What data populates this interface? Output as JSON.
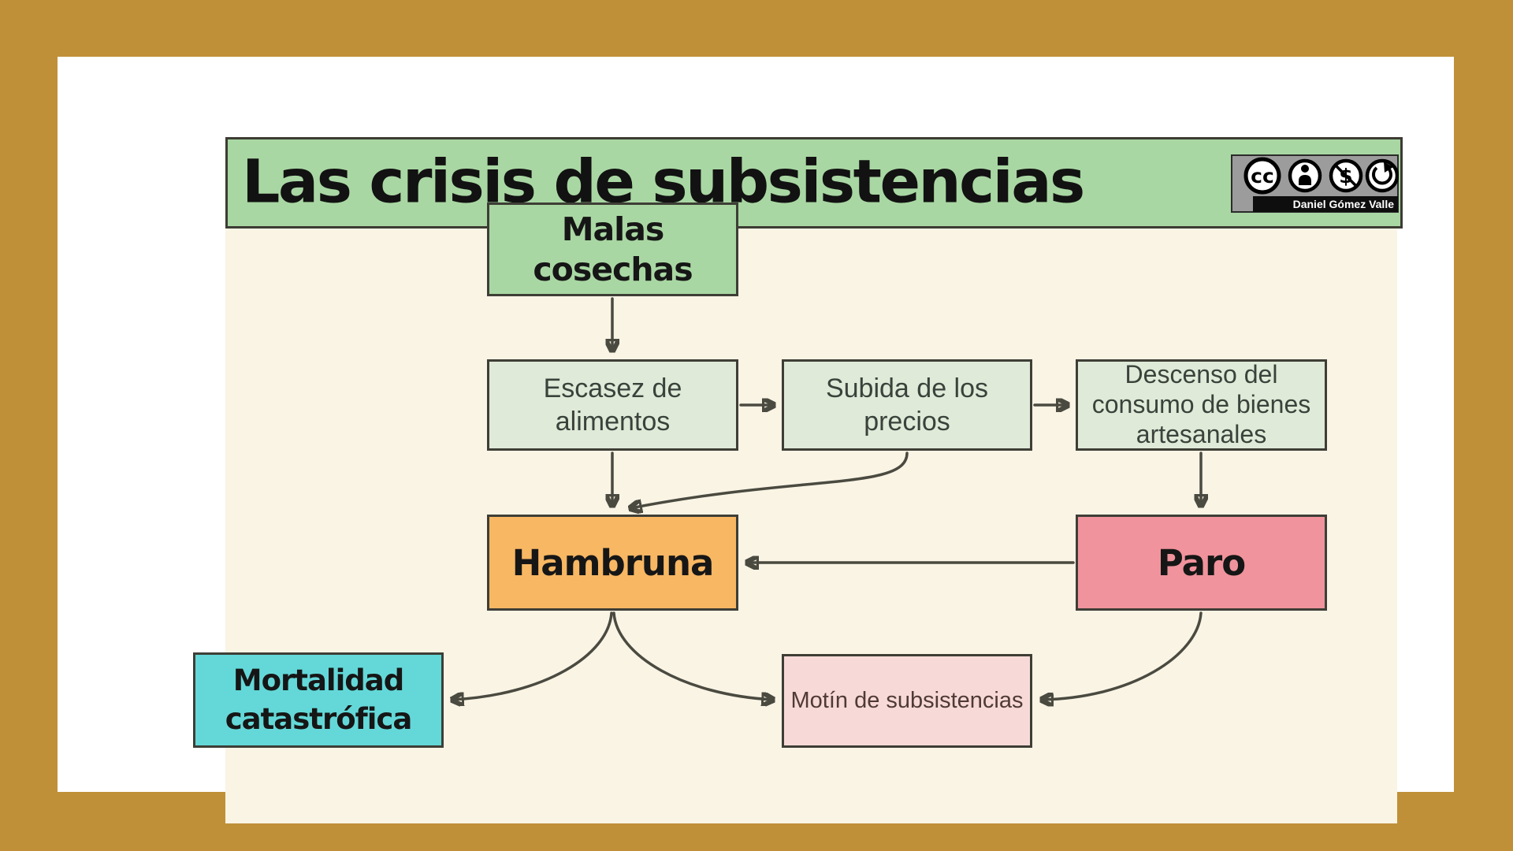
{
  "page": {
    "title": "Las crisis de subsistencias",
    "credit": "Daniel Gómez Valle",
    "license": {
      "icons": [
        "cc",
        "attribution",
        "non-commercial",
        "share-alike"
      ]
    }
  },
  "nodes": {
    "malas": {
      "label": "Malas\ncosechas"
    },
    "escasez": {
      "label": "Escasez de\nalimentos"
    },
    "subida": {
      "label": "Subida de los\nprecios"
    },
    "descenso": {
      "label": "Descenso del\nconsumo de bienes\nartesanales"
    },
    "hambruna": {
      "label": "Hambruna"
    },
    "paro": {
      "label": "Paro"
    },
    "mortalidad": {
      "label": "Mortalidad\ncatastrófica"
    },
    "motin": {
      "label": "Motín de subsistencias"
    }
  },
  "edges": [
    {
      "from": "malas",
      "to": "escasez"
    },
    {
      "from": "escasez",
      "to": "subida"
    },
    {
      "from": "subida",
      "to": "descenso"
    },
    {
      "from": "escasez",
      "to": "hambruna"
    },
    {
      "from": "subida",
      "to": "hambruna"
    },
    {
      "from": "descenso",
      "to": "paro"
    },
    {
      "from": "paro",
      "to": "hambruna"
    },
    {
      "from": "hambruna",
      "to": "mortalidad"
    },
    {
      "from": "hambruna",
      "to": "motin"
    },
    {
      "from": "paro",
      "to": "motin"
    }
  ],
  "colors": {
    "gold_background": "#c09038",
    "panel_white": "#ffffff",
    "canvas_cream": "#faf4e5",
    "title_bar_green": "#a9d7a3",
    "node_green": "#a9d7a3",
    "node_light_green": "#dfead8",
    "node_orange": "#f8b763",
    "node_red": "#f0939c",
    "node_cyan": "#64d8d8",
    "node_pink": "#f7dad8",
    "box_border": "#3e3e36",
    "arrow": "#4a4a40"
  }
}
